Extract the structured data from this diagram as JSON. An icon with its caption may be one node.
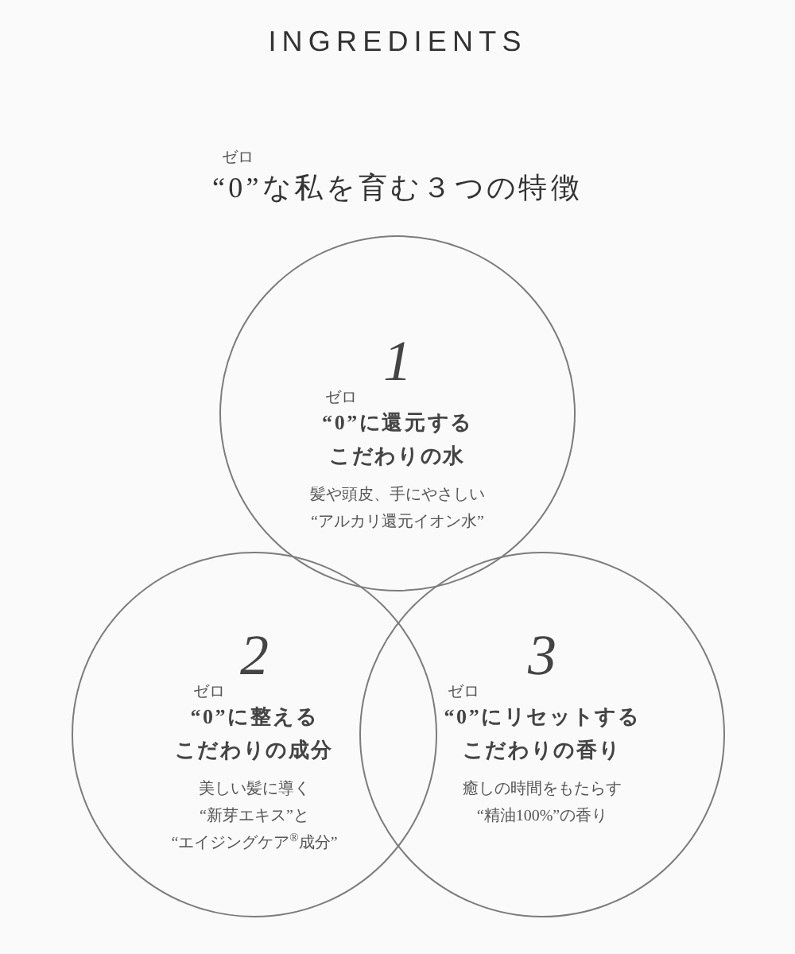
{
  "diagram": {
    "title": "INGREDIENTS",
    "nodes": [
      {
        "text": [
          "1",
          "ゼロ",
          "“0”に還元するこだわりの水",
          "髪や頭皮、手にやさしい“アルカリ還元イオン水”"
        ]
      },
      {
        "text": [
          "2",
          "ゼロ",
          "“0”に整えるこだわりの成分",
          "美しい髪に導く“新芽エキス”と“エイジングケア$^{®}$成分”"
        ]
      },
      {
        "text": [
          "3",
          "ゼロ",
          "“0”にリセットするこだわりの香り",
          "癒しの時間をもたらす“精油100%”の香り"
        ]
      }
    ],
    "labels": [
      "ゼロ",
      "“0”な私を育む３つの特徴"
    ]
  }
}
